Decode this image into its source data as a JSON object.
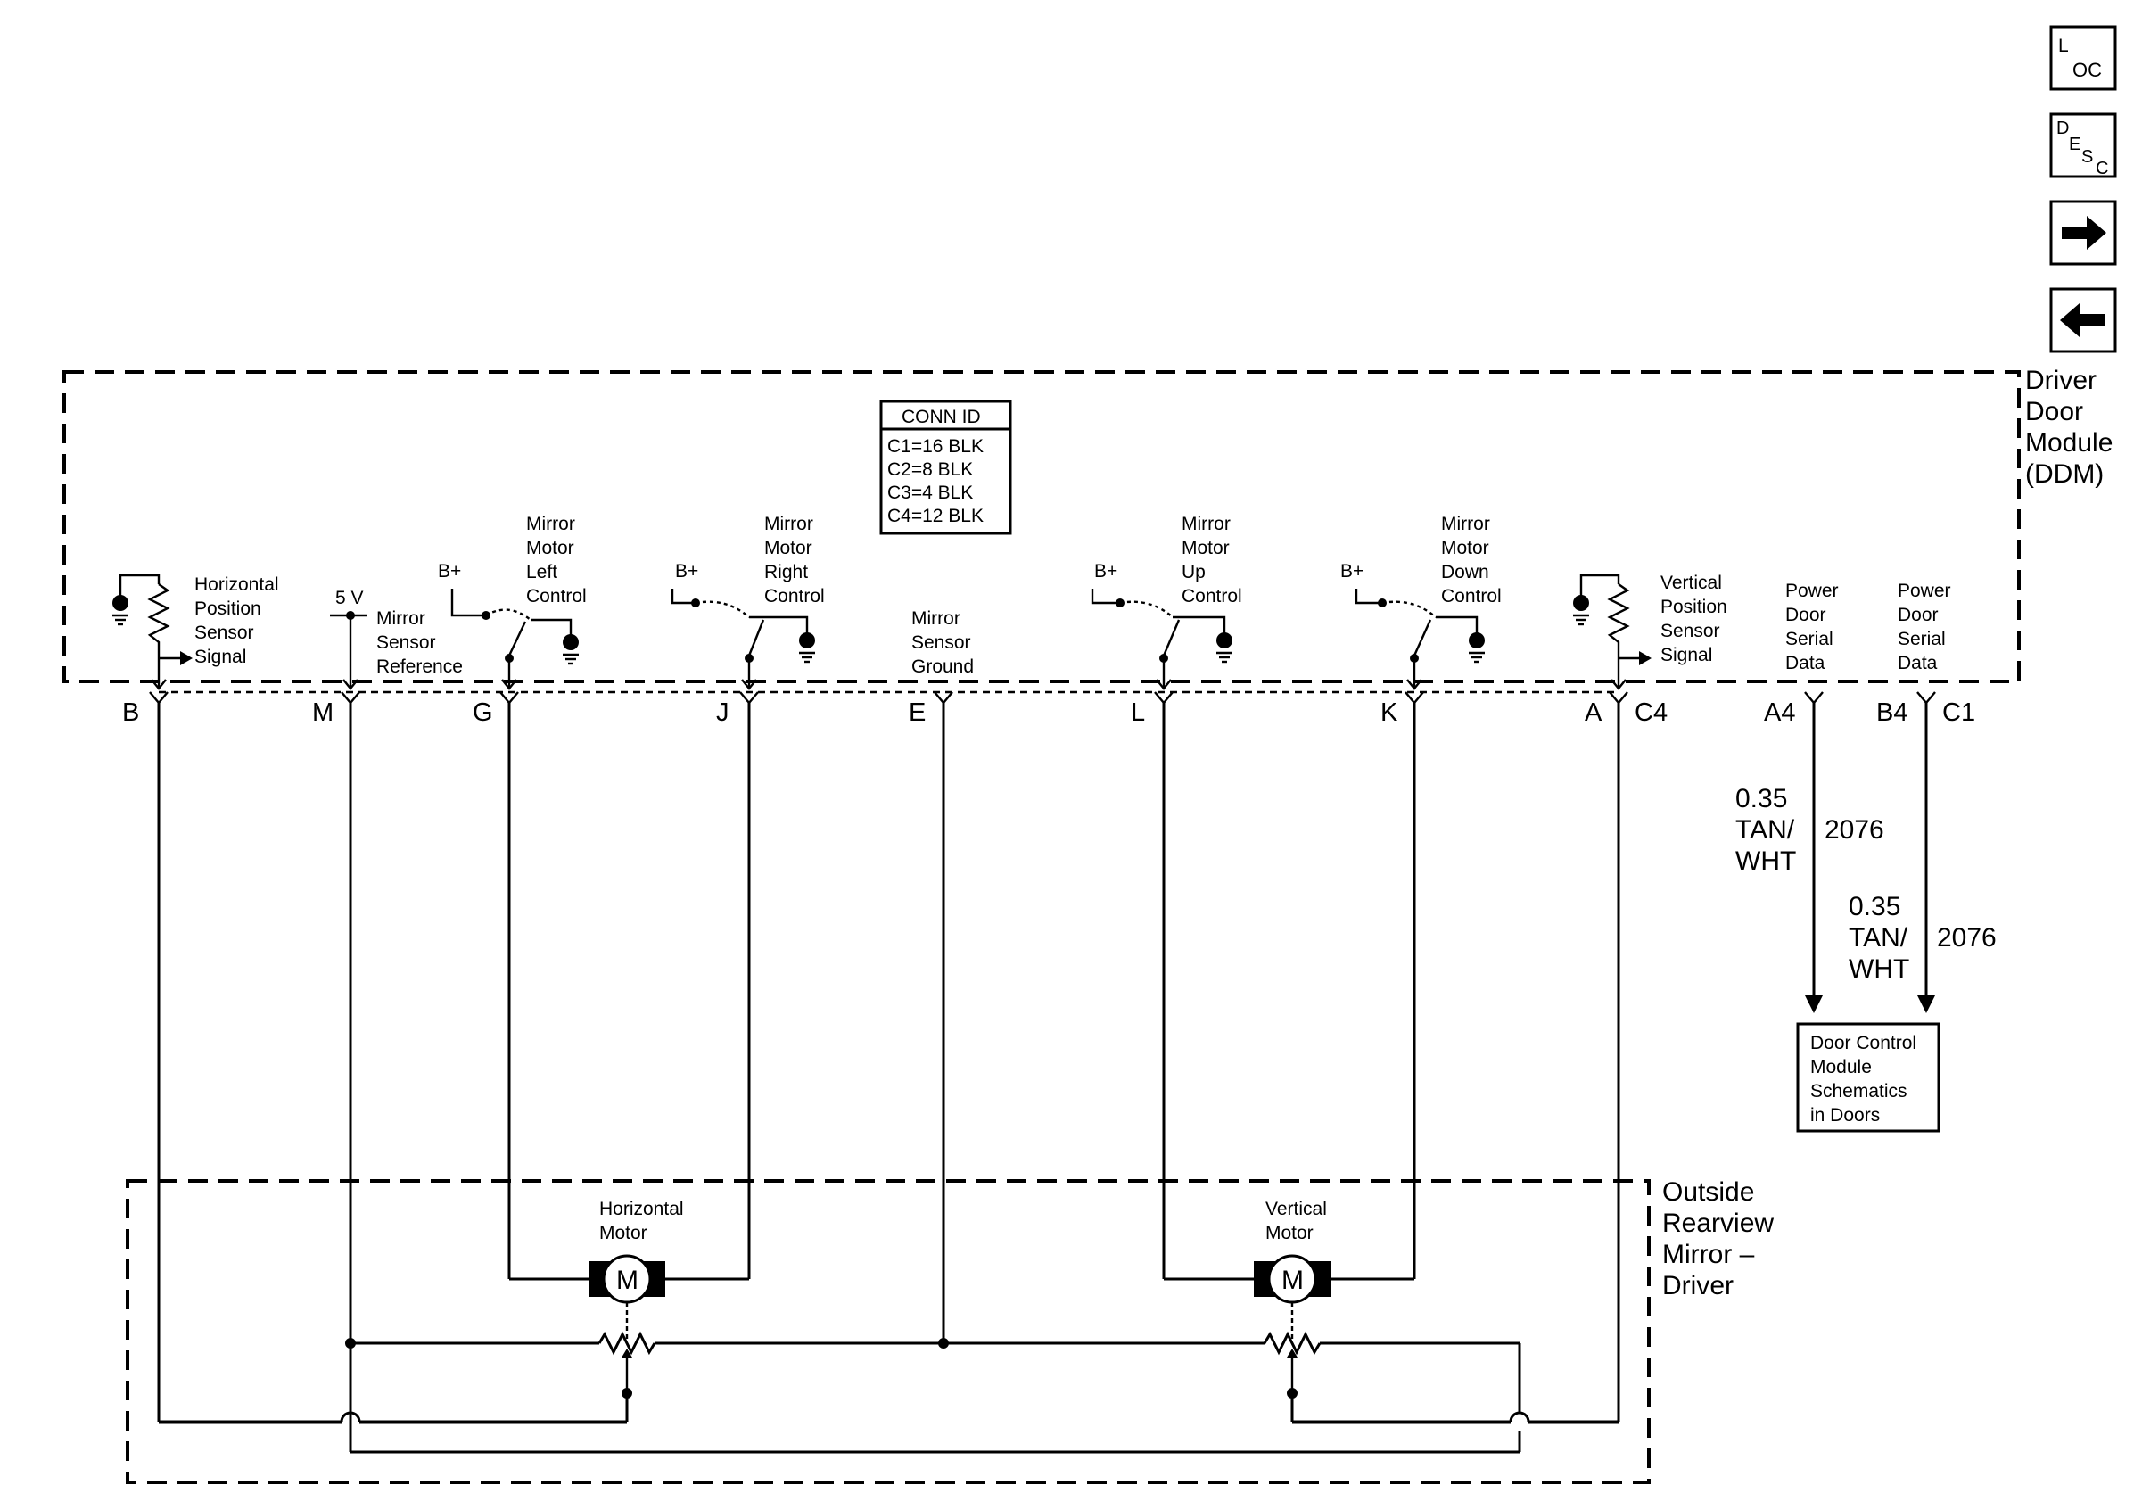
{
  "nav": {
    "loc": {
      "top": "L",
      "bottom": "OC"
    },
    "desc": {
      "top": "D",
      "mid": "E",
      "low": "S",
      "sub": "C"
    }
  },
  "modules": {
    "ddm": [
      "Driver",
      "Door",
      "Module",
      "(DDM)"
    ],
    "mirror": [
      "Outside",
      "Rearview",
      "Mirror –",
      "Driver"
    ],
    "dcm_ref": [
      "Door Control",
      "Module",
      "Schematics",
      "in Doors"
    ]
  },
  "conn_id": {
    "title": "CONN ID",
    "rows": [
      "C1=16 BLK",
      "C2=8 BLK",
      "C3=4 BLK",
      "C4=12 BLK"
    ]
  },
  "circuits": {
    "hpos": [
      "Horizontal",
      "Position",
      "Sensor",
      "Signal"
    ],
    "vpos": [
      "Vertical",
      "Position",
      "Sensor",
      "Signal"
    ],
    "five_v": "5 V",
    "ref": [
      "Mirror",
      "Sensor",
      "Reference"
    ],
    "left": [
      "Mirror",
      "Motor",
      "Left",
      "Control"
    ],
    "right": [
      "Mirror",
      "Motor",
      "Right",
      "Control"
    ],
    "gnd": [
      "Mirror",
      "Sensor",
      "Ground"
    ],
    "up": [
      "Mirror",
      "Motor",
      "Up",
      "Control"
    ],
    "down": [
      "Mirror",
      "Motor",
      "Down",
      "Control"
    ],
    "serial1": [
      "Power",
      "Door",
      "Serial",
      "Data"
    ],
    "serial2": [
      "Power",
      "Door",
      "Serial",
      "Data"
    ],
    "bplus": "B+"
  },
  "pins": {
    "b": "B",
    "m": "M",
    "g": "G",
    "j": "J",
    "e": "E",
    "l": "L",
    "k": "K",
    "a": "A",
    "c4": "C4",
    "a4": "A4",
    "b4": "B4",
    "c1": "C1"
  },
  "wires": {
    "w1": {
      "gauge": "0.35",
      "color1": "TAN/",
      "color2": "WHT",
      "circuit": "2076"
    },
    "w2": {
      "gauge": "0.35",
      "color1": "TAN/",
      "color2": "WHT",
      "circuit": "2076"
    }
  },
  "motors": {
    "horizontal": [
      "Horizontal",
      "Motor"
    ],
    "vertical": [
      "Vertical",
      "Motor"
    ],
    "symbol": "M"
  }
}
